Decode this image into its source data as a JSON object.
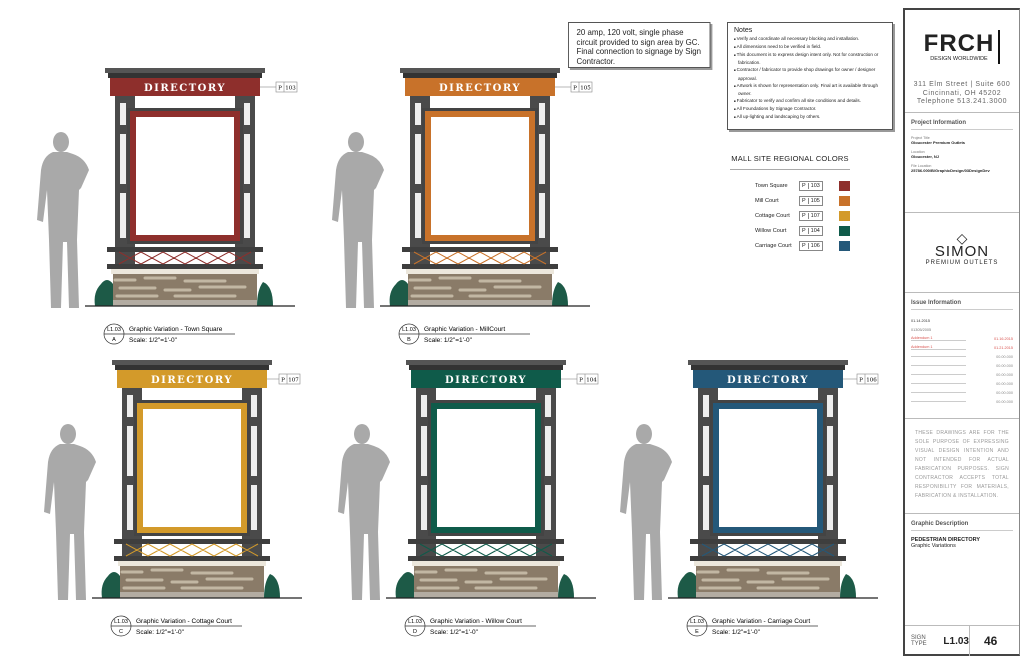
{
  "power_note": "20 amp, 120 volt, single phase circuit provided to sign area by GC. Final connection to signage by Sign Contractor.",
  "notes": {
    "title": "Notes",
    "items": [
      "Verify and coordinate all necessary blocking and installation.",
      "All dimensions need to be verified in field.",
      "This document is to express design intent only. Not for construction or fabrication.",
      "Contractor / fabricator to provide shop drawings for owner / designer approval.",
      "Artwork is shown for representation only. Final art is available through owner.",
      "Fabricator to verify and confirm all site conditions and details.",
      "All Foundations by Signage Contractor.",
      "All up-lighting and landscaping by others."
    ]
  },
  "regional_colors": {
    "title": "MALL SITE REGIONAL COLORS",
    "items": [
      {
        "name": "Town Square",
        "p": "P",
        "code": "103",
        "color": "#8e2f2c"
      },
      {
        "name": "Mill Court",
        "p": "P",
        "code": "105",
        "color": "#c8722a"
      },
      {
        "name": "Cottage Court",
        "p": "P",
        "code": "107",
        "color": "#d39a2a"
      },
      {
        "name": "Willow Court",
        "p": "P",
        "code": "104",
        "color": "#0f5b4a"
      },
      {
        "name": "Carriage Court",
        "p": "P",
        "code": "106",
        "color": "#245879"
      }
    ]
  },
  "signs": [
    {
      "header": "DIRECTORY",
      "p": "P",
      "code": "103",
      "color": "#8e2f2c",
      "sheet": "L1.03",
      "letter": "A",
      "title": "Graphic Variation - Town Square",
      "scale": "Scale:  1/2\"=1'-0\""
    },
    {
      "header": "DIRECTORY",
      "p": "P",
      "code": "105",
      "color": "#c8722a",
      "sheet": "L1.03",
      "letter": "B",
      "title": "Graphic Variation - MillCourt",
      "scale": "Scale:  1/2\"=1'-0\""
    },
    {
      "header": "DIRECTORY",
      "p": "P",
      "code": "107",
      "color": "#d39a2a",
      "sheet": "L1.03",
      "letter": "C",
      "title": "Graphic Variation - Cottage Court",
      "scale": "Scale:  1/2\"=1'-0\""
    },
    {
      "header": "DIRECTORY",
      "p": "P",
      "code": "104",
      "color": "#0f5b4a",
      "sheet": "L1.03",
      "letter": "D",
      "title": "Graphic Variation - Willow Court",
      "scale": "Scale:  1/2\"=1'-0\""
    },
    {
      "header": "DIRECTORY",
      "p": "P",
      "code": "106",
      "color": "#245879",
      "sheet": "L1.03",
      "letter": "E",
      "title": "Graphic Variation - Carriage Court",
      "scale": "Scale:  1/2\"=1'-0\""
    }
  ],
  "title_block": {
    "logo": "FRCH",
    "logo_sub": "DESIGN WORLDWIDE",
    "address": [
      "311 Elm Street | Suite 600",
      "Cincinnati, OH 45202",
      "Telephone 513.241.3000"
    ],
    "project_header": "Project Information",
    "project_title_label": "Project Title",
    "project_title": "Gloucester Premium Outlets",
    "location_label": "Location",
    "location": "Gloucester, NJ",
    "file_label": "File Location",
    "file": "25786.000/B/GraphicDesign/03DesignDev",
    "client_logo": "SIMON",
    "client_sub": "PREMIUM OUTLETS",
    "issue_header": "Issue Information",
    "issue_date": "01.14.2015",
    "issue_code": "01305/2005",
    "issues": [
      {
        "label": "Addendum 1",
        "date": "01.16.2015"
      },
      {
        "label": "Addendum 1",
        "date": "01.21.2015"
      },
      {
        "label": "",
        "date": "00.00.000"
      },
      {
        "label": "",
        "date": "00.00.000"
      },
      {
        "label": "",
        "date": "00.00.000"
      },
      {
        "label": "",
        "date": "00.00.000"
      },
      {
        "label": "",
        "date": "00.00.000"
      },
      {
        "label": "",
        "date": "00.00.000"
      }
    ],
    "disclaimer": "THESE DRAWINGS ARE FOR THE SOLE PURPOSE OF EXPRESSING VISUAL DESIGN INTENTION AND NOT INTENDED FOR ACTUAL FABRICATION PURPOSES. SIGN CONTRACTOR ACCEPTS TOTAL RESPONIBILITY FOR MATERIALS, FABRICATION & INSTALLATION.",
    "desc_header": "Graphic Description",
    "desc_title": "PEDESTRIAN DIRECTORY",
    "desc_sub": "Graphic Variations",
    "sign_type_label": "SIGN TYPE",
    "sign_type": "L1.03",
    "sheet_number": "46"
  }
}
